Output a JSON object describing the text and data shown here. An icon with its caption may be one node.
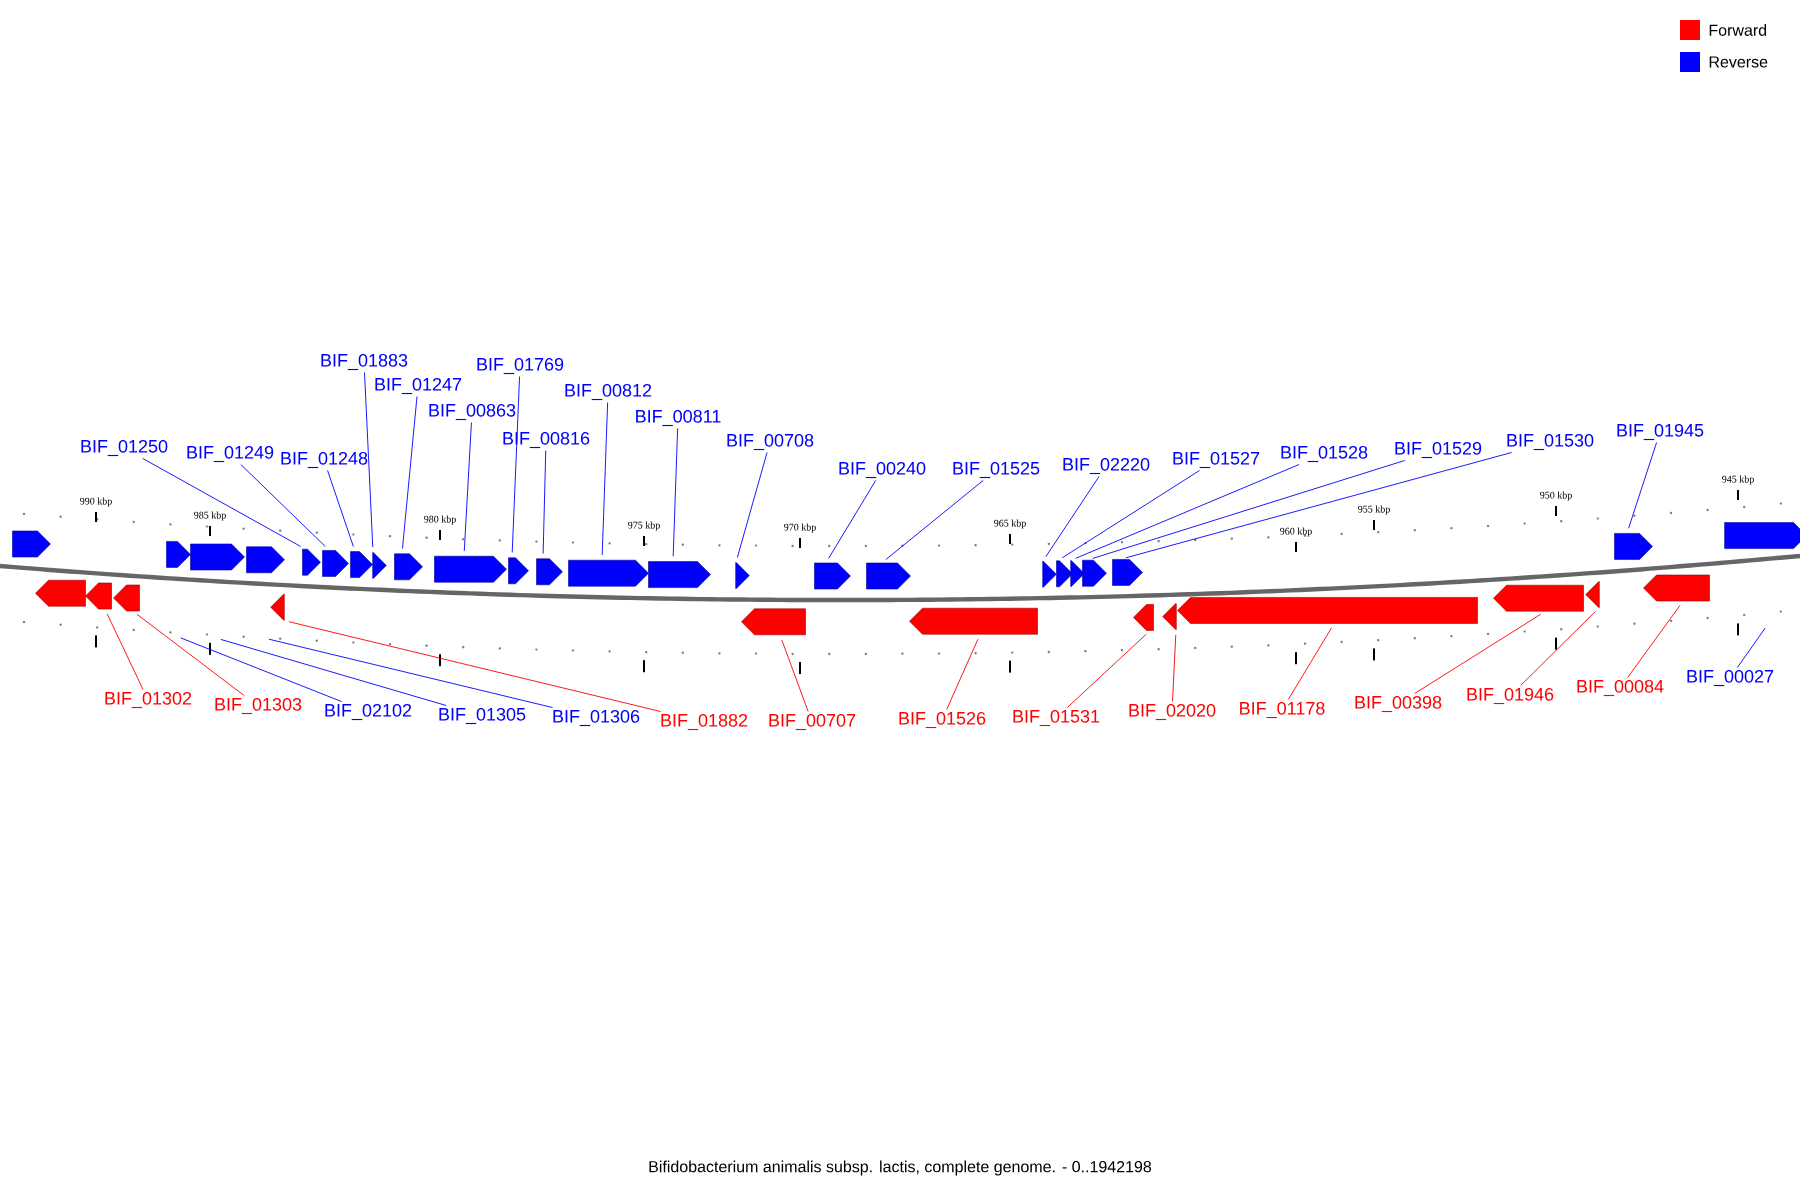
{
  "diagram": {
    "caption": "Bifidobacterium animalis subsp. lactis, complete genome. - 0..1942198",
    "nodes": [
      {
        "text": [
          "BIF_01250"
        ]
      },
      {
        "text": [
          "BIF_01249"
        ]
      },
      {
        "text": [
          "BIF_01248"
        ]
      },
      {
        "text": [
          "BIF_01883"
        ]
      },
      {
        "text": [
          "BIF_01247"
        ]
      },
      {
        "text": [
          "BIF_00863"
        ]
      },
      {
        "text": [
          "BIF_01769"
        ]
      },
      {
        "text": [
          "BIF_00816"
        ]
      },
      {
        "text": [
          "BIF_00812"
        ]
      },
      {
        "text": [
          "BIF_00811"
        ]
      },
      {
        "text": [
          "BIF_00708"
        ]
      },
      {
        "text": [
          "BIF_00240"
        ]
      },
      {
        "text": [
          "BIF_01525"
        ]
      },
      {
        "text": [
          "BIF_02220"
        ]
      },
      {
        "text": [
          "BIF_01527"
        ]
      },
      {
        "text": [
          "BIF_01528"
        ]
      },
      {
        "text": [
          "BIF_01529"
        ]
      },
      {
        "text": [
          "BIF_01530"
        ]
      },
      {
        "text": [
          "BIF_01945"
        ]
      },
      {
        "text": [
          "BIF_01302"
        ]
      },
      {
        "text": [
          "BIF_01303"
        ]
      },
      {
        "text": [
          "BIF_02102"
        ]
      },
      {
        "text": [
          "BIF_01305"
        ]
      },
      {
        "text": [
          "BIF_01306"
        ]
      },
      {
        "text": [
          "BIF_01882"
        ]
      },
      {
        "text": [
          "BIF_00707"
        ]
      },
      {
        "text": [
          "BIF_01526"
        ]
      },
      {
        "text": [
          "BIF_01531"
        ]
      },
      {
        "text": [
          "BIF_02020"
        ]
      },
      {
        "text": [
          "BIF_01178"
        ]
      },
      {
        "text": [
          "BIF_00398"
        ]
      },
      {
        "text": [
          "BIF_01946"
        ]
      },
      {
        "text": [
          "BIF_00084"
        ]
      },
      {
        "text": [
          "BIF_00027"
        ]
      },
      {
        "text": [],
        "shape": "right-arrow"
      },
      {
        "text": [],
        "shape": "right-arrow"
      },
      {
        "text": [],
        "shape": "right-arrow"
      },
      {
        "text": [],
        "shape": "right-arrow"
      },
      {
        "text": [],
        "shape": "right-arrow"
      },
      {
        "text": [],
        "shape": "right-arrow"
      },
      {
        "text": [],
        "shape": "right-arrow"
      },
      {
        "text": [],
        "shape": "right-arrow"
      },
      {
        "text": [],
        "shape": "right-arrow"
      },
      {
        "text": [],
        "shape": "right-arrow"
      },
      {
        "text": [],
        "shape": "right-arrow"
      },
      {
        "text": [],
        "shape": "right-arrow"
      },
      {
        "text": [],
        "shape": "right-arrow"
      },
      {
        "text": [],
        "shape": "right-arrow"
      },
      {
        "text": [],
        "shape": "right-arrow"
      },
      {
        "text": [],
        "shape": "right-arrow"
      },
      {
        "text": [],
        "shape": "right-arrow"
      },
      {
        "text": [],
        "shape": "right-arrow"
      },
      {
        "text": [],
        "shape": "right-arrow"
      },
      {
        "text": [],
        "shape": "right-arrow"
      },
      {
        "text": [],
        "shape": "right-arrow"
      },
      {
        "text": [],
        "shape": "right-arrow"
      },
      {
        "text": [],
        "shape": "right-arrow"
      },
      {
        "text": [],
        "shape": "right-arrow"
      },
      {
        "text": [],
        "shape": "left-arrow"
      },
      {
        "text": [],
        "shape": "left-arrow"
      },
      {
        "text": [],
        "shape": "left-arrow"
      },
      {
        "text": [],
        "shape": "left-arrow"
      },
      {
        "text": [],
        "shape": "left-arrow"
      },
      {
        "text": [],
        "shape": "left-arrow"
      },
      {
        "text": [],
        "shape": "left-arrow"
      },
      {
        "text": [],
        "shape": "left-arrow"
      },
      {
        "text": [],
        "shape": "left-arrow"
      },
      {
        "text": [],
        "shape": "left-arrow"
      },
      {
        "text": [],
        "shape": "left-arrow"
      },
      {
        "text": [],
        "shape": "left-arrow"
      }
    ],
    "edges": [
      {
        "from": 0,
        "to": 38,
        "arrow": "none"
      },
      {
        "from": 1,
        "to": 39,
        "arrow": "none"
      },
      {
        "from": 2,
        "to": 40,
        "arrow": "none"
      },
      {
        "from": 3,
        "to": 41,
        "arrow": "none"
      },
      {
        "from": 4,
        "to": 42,
        "arrow": "none"
      },
      {
        "from": 5,
        "to": 43,
        "arrow": "none"
      },
      {
        "from": 6,
        "to": 44,
        "arrow": "none"
      },
      {
        "from": 7,
        "to": 45,
        "arrow": "none"
      },
      {
        "from": 8,
        "to": 46,
        "arrow": "none"
      },
      {
        "from": 9,
        "to": 47,
        "arrow": "none"
      },
      {
        "from": 10,
        "to": 48,
        "arrow": "none"
      },
      {
        "from": 11,
        "to": 49,
        "arrow": "none"
      },
      {
        "from": 12,
        "to": 50,
        "arrow": "none"
      },
      {
        "from": 13,
        "to": 51,
        "arrow": "none"
      },
      {
        "from": 14,
        "to": 52,
        "arrow": "none"
      },
      {
        "from": 15,
        "to": 53,
        "arrow": "none"
      },
      {
        "from": 16,
        "to": 54,
        "arrow": "none"
      },
      {
        "from": 17,
        "to": 55,
        "arrow": "none"
      },
      {
        "from": 18,
        "to": 56,
        "arrow": "none"
      },
      {
        "from": 19,
        "to": 59,
        "arrow": "none",
        "color": "#ff0000"
      },
      {
        "from": 20,
        "to": 60,
        "arrow": "none",
        "color": "#ff0000"
      },
      {
        "from": 21,
        "to": null,
        "arrow": "none"
      },
      {
        "from": 22,
        "to": null,
        "arrow": "none"
      },
      {
        "from": 23,
        "to": null,
        "arrow": "none"
      },
      {
        "from": 24,
        "to": 61,
        "arrow": "none",
        "color": "#ff0000"
      },
      {
        "from": 25,
        "to": 62,
        "arrow": "none",
        "color": "#ff0000"
      },
      {
        "from": 26,
        "to": 63,
        "arrow": "none",
        "color": "#ff0000"
      },
      {
        "from": 27,
        "to": 64,
        "arrow": "none",
        "color": "#ff0000"
      },
      {
        "from": 28,
        "to": 65,
        "arrow": "none",
        "color": "#ff0000"
      },
      {
        "from": 29,
        "to": 66,
        "arrow": "none",
        "color": "#ff0000"
      },
      {
        "from": 30,
        "to": 67,
        "arrow": "none",
        "color": "#ff0000"
      },
      {
        "from": 31,
        "to": 68,
        "arrow": "none",
        "color": "#ff0000"
      },
      {
        "from": 32,
        "to": 69,
        "arrow": "none",
        "color": "#ff0000"
      },
      {
        "from": 33,
        "to": null,
        "arrow": "none"
      }
    ],
    "labels": [
      "990 kbp",
      "985 kbp",
      "980 kbp",
      "975 kbp",
      "970 kbp",
      "965 kbp",
      "960 kbp",
      "955 kbp",
      "950 kbp",
      "945 kbp"
    ],
    "legend": [
      {
        "text": "Forward",
        "color": "#ff0000"
      },
      {
        "text": "Reverse",
        "color": "#0000ff"
      }
    ]
  }
}
